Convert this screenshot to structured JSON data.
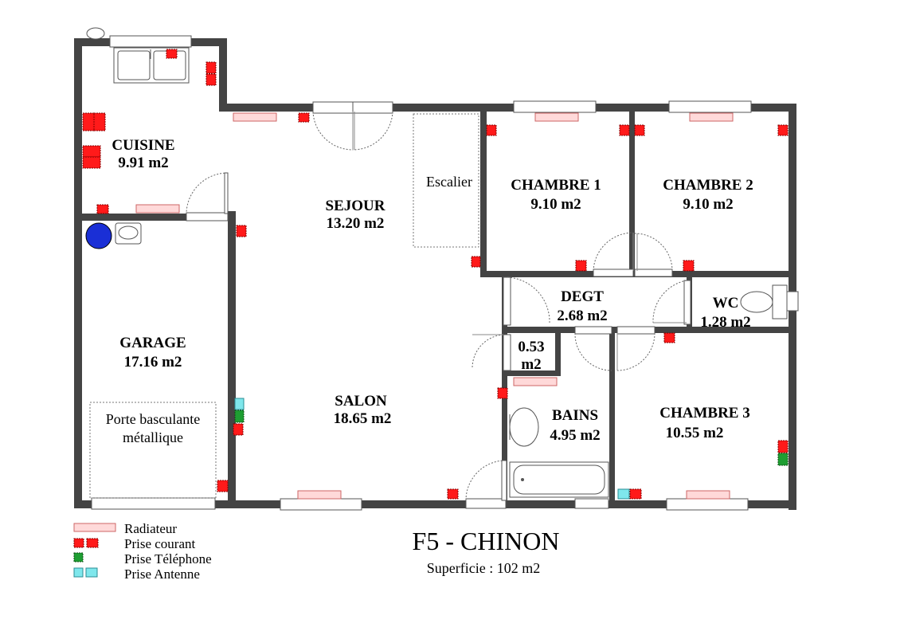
{
  "title": "F5 - CHINON",
  "subtitle": "Superficie : 102 m2",
  "rooms": {
    "cuisine": {
      "name": "CUISINE",
      "area": "9.91 m2"
    },
    "sejour": {
      "name": "SEJOUR",
      "area": "13.20 m2"
    },
    "chambre1": {
      "name": "CHAMBRE 1",
      "area": "9.10 m2"
    },
    "chambre2": {
      "name": "CHAMBRE 2",
      "area": "9.10 m2"
    },
    "garage": {
      "name": "GARAGE",
      "area": "17.16 m2"
    },
    "salon": {
      "name": "SALON",
      "area": "18.65 m2"
    },
    "degt": {
      "name": "DEGT",
      "area": "2.68 m2"
    },
    "wc": {
      "name": "WC",
      "area": "1.28 m2"
    },
    "placard": {
      "area_line1": "0.53",
      "area_line2": "m2"
    },
    "bains": {
      "name": "BAINS",
      "area": "4.95 m2"
    },
    "chambre3": {
      "name": "CHAMBRE 3",
      "area": "10.55 m2"
    }
  },
  "labels": {
    "escalier": "Escalier",
    "garage_door_line1": "Porte basculante",
    "garage_door_line2": "métallique"
  },
  "legend": [
    {
      "symbol": "radiator",
      "label": "Radiateur"
    },
    {
      "symbol": "outlet",
      "label": "Prise courant"
    },
    {
      "symbol": "phone",
      "label": "Prise Téléphone"
    },
    {
      "symbol": "antenna",
      "label": "Prise Antenne"
    }
  ],
  "colors": {
    "wall": "#444444",
    "radiator": "#ffd9d9",
    "outlet": "#ff1a1a",
    "phone": "#1e9e32",
    "antenna": "#7fe7ec",
    "water_heater": "#1a2fd6"
  }
}
